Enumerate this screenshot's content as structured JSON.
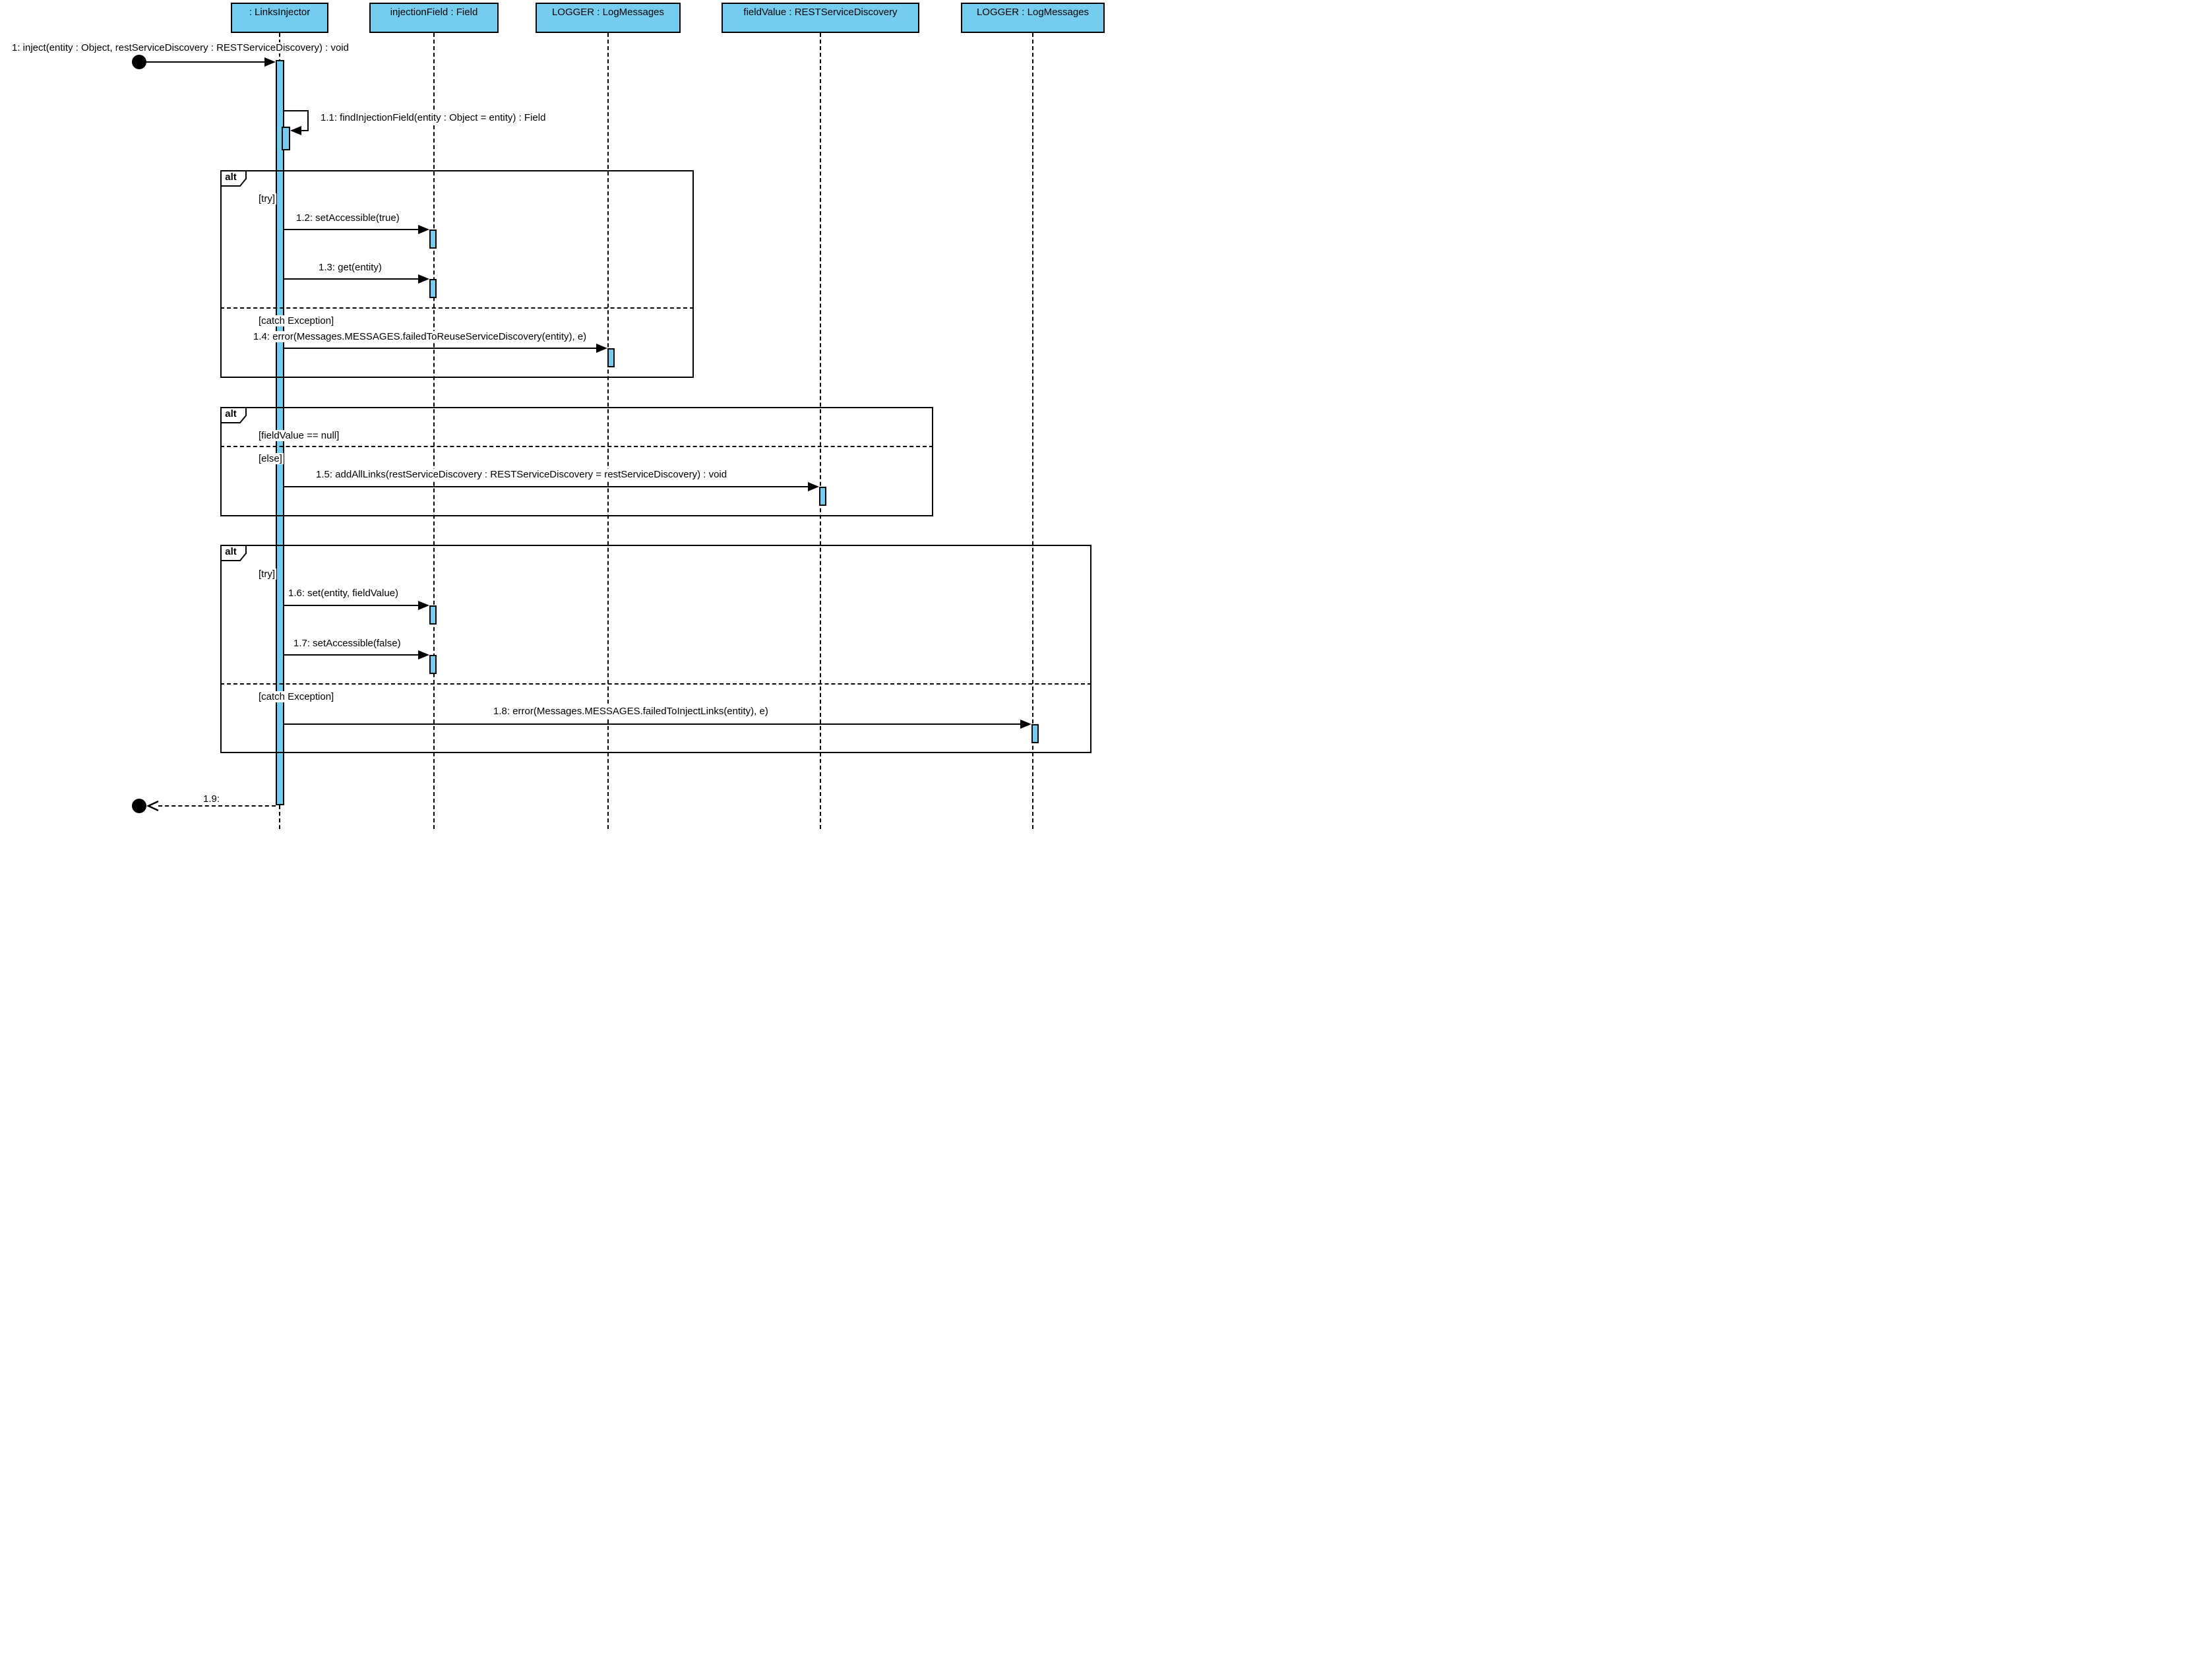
{
  "diagram": {
    "type": "uml-sequence-diagram",
    "colors": {
      "participant_fill": "#74CCEF",
      "activation_fill": "#74CCEF",
      "line_color": "#000000",
      "background": "#ffffff"
    },
    "participants": [
      {
        "label": ": LinksInjector"
      },
      {
        "label": "injectionField : Field"
      },
      {
        "label": "LOGGER : LogMessages"
      },
      {
        "label": "fieldValue : RESTServiceDiscovery"
      },
      {
        "label": "LOGGER : LogMessages"
      }
    ],
    "fragments": [
      {
        "operator": "alt",
        "guards": [
          "[try]",
          "[catch Exception]"
        ]
      },
      {
        "operator": "alt",
        "guards": [
          "[fieldValue == null]",
          "[else]"
        ]
      },
      {
        "operator": "alt",
        "guards": [
          "[try]",
          "[catch Exception]"
        ]
      }
    ],
    "messages": [
      {
        "label": "1: inject(entity : Object, restServiceDiscovery : RESTServiceDiscovery) : void"
      },
      {
        "label": "1.1: findInjectionField(entity : Object = entity) : Field"
      },
      {
        "label": "1.2: setAccessible(true)"
      },
      {
        "label": "1.3: get(entity)"
      },
      {
        "label": "1.4: error(Messages.MESSAGES.failedToReuseServiceDiscovery(entity), e)"
      },
      {
        "label": "1.5: addAllLinks(restServiceDiscovery : RESTServiceDiscovery = restServiceDiscovery) : void"
      },
      {
        "label": "1.6: set(entity, fieldValue)"
      },
      {
        "label": "1.7: setAccessible(false)"
      },
      {
        "label": "1.8: error(Messages.MESSAGES.failedToInjectLinks(entity), e)"
      },
      {
        "label": "1.9:"
      }
    ]
  }
}
